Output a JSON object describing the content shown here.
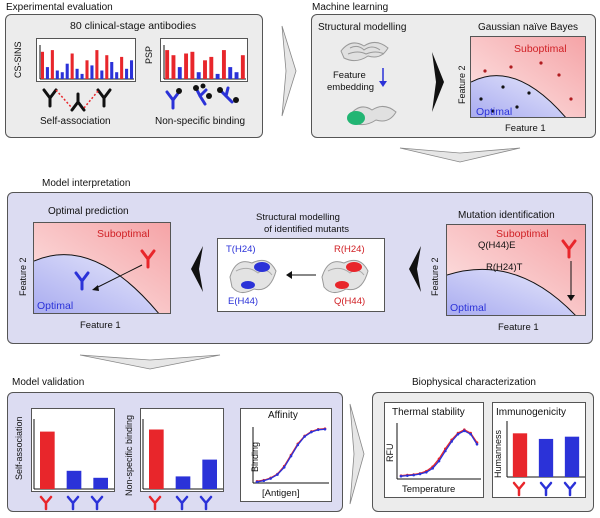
{
  "sections": {
    "experimental": "Experimental evaluation",
    "ml": "Machine learning",
    "interpretation": "Model interpretation",
    "validation": "Model validation",
    "biophys": "Biophysical characterization"
  },
  "exp": {
    "title": "80 clinical-stage antibodies",
    "ylabel1": "CS-SINS",
    "ylabel2": "PSP",
    "cap1": "Self-association",
    "cap2": "Non-specific binding"
  },
  "ml": {
    "modelling": "Structural modelling",
    "embedding_l1": "Feature",
    "embedding_l2": "embedding",
    "gnb": "Gaussian naïve Bayes",
    "suboptimal": "Suboptimal",
    "optimal": "Optimal",
    "f1": "Feature 1",
    "f2": "Feature 2"
  },
  "interp": {
    "optpred": "Optimal prediction",
    "sm_l1": "Structural modelling",
    "sm_l2": "of identified mutants",
    "mutid": "Mutation identification",
    "suboptimal": "Suboptimal",
    "optimal": "Optimal",
    "f1": "Feature 1",
    "f2": "Feature 2",
    "t_h24": "T(H24)",
    "e_h44": "E(H44)",
    "r_h24": "R(H24)",
    "q_h44": "Q(H44)",
    "q_h44e": "Q(H44)E",
    "r_h24t": "R(H24)T"
  },
  "valid": {
    "selfassoc": "Self-association",
    "nsb": "Non-specific binding",
    "affinity": "Affinity",
    "binding": "Binding",
    "antigen": "[Antigen]"
  },
  "bio": {
    "thermal": "Thermal stability",
    "immuno": "Immunogenicity",
    "rfu": "RFU",
    "temperature": "Temperature",
    "humanness": "Humanness"
  },
  "colors": {
    "red": "#e8262b",
    "blue": "#2b32d8",
    "panel_grey": "#ececec",
    "panel_blue": "#dcdcf2"
  },
  "chart_data": [
    {
      "type": "bar",
      "ylabel": "CS-SINS",
      "values": [
        0.8,
        0.35,
        0.85,
        0.25,
        0.2,
        0.45,
        0.75,
        0.3,
        0.15,
        0.55,
        0.4,
        0.85,
        0.25,
        0.7,
        0.5,
        0.2,
        0.65,
        0.3,
        0.55
      ],
      "colors": [
        "red",
        "blue",
        "red",
        "blue",
        "blue",
        "blue",
        "red",
        "blue",
        "blue",
        "red",
        "blue",
        "red",
        "blue",
        "red",
        "blue",
        "blue",
        "red",
        "blue",
        "blue"
      ]
    },
    {
      "type": "bar",
      "ylabel": "PSP",
      "values": [
        0.85,
        0.7,
        0.35,
        0.75,
        0.8,
        0.2,
        0.55,
        0.65,
        0.15,
        0.85,
        0.35,
        0.2,
        0.7
      ],
      "colors": [
        "red",
        "red",
        "blue",
        "red",
        "red",
        "blue",
        "red",
        "red",
        "blue",
        "red",
        "blue",
        "blue",
        "red"
      ]
    },
    {
      "type": "bar",
      "ylabel": "Self-association",
      "values": [
        0.82,
        0.26,
        0.16
      ],
      "colors": [
        "red",
        "blue",
        "blue"
      ]
    },
    {
      "type": "bar",
      "ylabel": "Non-specific binding",
      "values": [
        0.85,
        0.18,
        0.42
      ],
      "colors": [
        "red",
        "blue",
        "blue"
      ]
    },
    {
      "type": "bar",
      "ylabel": "Humanness",
      "values": [
        0.78,
        0.68,
        0.72
      ],
      "colors": [
        "red",
        "blue",
        "blue"
      ]
    },
    {
      "type": "line",
      "title": "Affinity",
      "xlabel": "[Antigen]",
      "ylabel": "Binding",
      "series": [
        {
          "color": "red",
          "x": [
            0,
            1,
            2,
            3,
            4,
            5,
            6,
            7,
            8,
            9,
            10
          ],
          "y": [
            0.03,
            0.05,
            0.09,
            0.16,
            0.3,
            0.5,
            0.7,
            0.84,
            0.92,
            0.96,
            0.97
          ]
        },
        {
          "color": "blue",
          "x": [
            0,
            1,
            2,
            3,
            4,
            5,
            6,
            7,
            8,
            9,
            10
          ],
          "y": [
            0.02,
            0.04,
            0.08,
            0.15,
            0.28,
            0.48,
            0.68,
            0.83,
            0.91,
            0.95,
            0.96
          ]
        }
      ]
    },
    {
      "type": "line",
      "title": "Thermal stability",
      "xlabel": "Temperature",
      "ylabel": "RFU",
      "series": [
        {
          "color": "red",
          "x": [
            0,
            1,
            2,
            3,
            4,
            5,
            6,
            7,
            8,
            9,
            10,
            11,
            12
          ],
          "y": [
            0.06,
            0.07,
            0.08,
            0.1,
            0.14,
            0.22,
            0.36,
            0.54,
            0.7,
            0.82,
            0.88,
            0.82,
            0.65
          ]
        },
        {
          "color": "blue",
          "x": [
            0,
            1,
            2,
            3,
            4,
            5,
            6,
            7,
            8,
            9,
            10,
            11,
            12
          ],
          "y": [
            0.05,
            0.06,
            0.07,
            0.09,
            0.12,
            0.19,
            0.32,
            0.5,
            0.67,
            0.8,
            0.86,
            0.8,
            0.62
          ]
        }
      ]
    }
  ]
}
